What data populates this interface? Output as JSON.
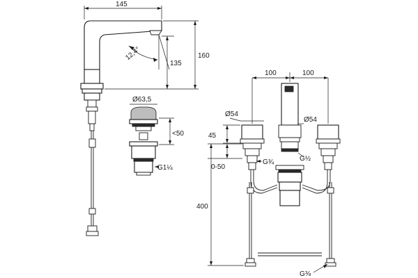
{
  "dimensions": {
    "spout_reach": "145",
    "total_height": "160",
    "spout_height": "135",
    "spout_angle": "12,4°",
    "waste_diameter": "Ø63,5",
    "waste_height": "<50",
    "waste_thread": "G1¼",
    "spacing_left": "100",
    "spacing_right": "100",
    "handle_diameter_left": "Ø54",
    "spout_diameter": "Ø54",
    "base_height": "45",
    "deck_thickness": "0-50",
    "valve_thread": "G¾",
    "spout_thread": "G½",
    "hose_length": "400",
    "connection_thread": "G⅜"
  }
}
